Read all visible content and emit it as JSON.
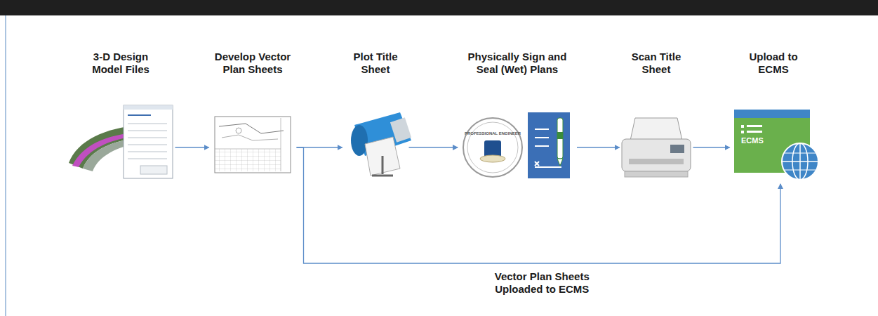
{
  "diagram": {
    "nodes": [
      {
        "text": [
          "3-D Design Model Files"
        ]
      },
      {
        "text": [
          "Develop Vector Plan Sheets"
        ]
      },
      {
        "text": [
          "Plot Title Sheet"
        ]
      },
      {
        "text": [
          "Physically Sign and Seal (Wet) Plans"
        ]
      },
      {
        "text": [
          "Scan Title Sheet"
        ]
      },
      {
        "text": [
          "Upload to ECMS"
        ]
      }
    ],
    "edges": [
      {
        "from": 0,
        "to": 1,
        "arrow": "to"
      },
      {
        "from": 1,
        "to": 2,
        "arrow": "to"
      },
      {
        "from": 2,
        "to": 3,
        "arrow": "to"
      },
      {
        "from": 3,
        "to": 4,
        "arrow": "to"
      },
      {
        "from": 4,
        "to": 5,
        "arrow": "to"
      },
      {
        "from": 1,
        "to": 5,
        "label": "Vector Plan Sheets Uploaded to ECMS",
        "arrow": "to"
      }
    ],
    "labels": [
      "PROFESSIONAL ENGINEER",
      "ECMS"
    ]
  }
}
